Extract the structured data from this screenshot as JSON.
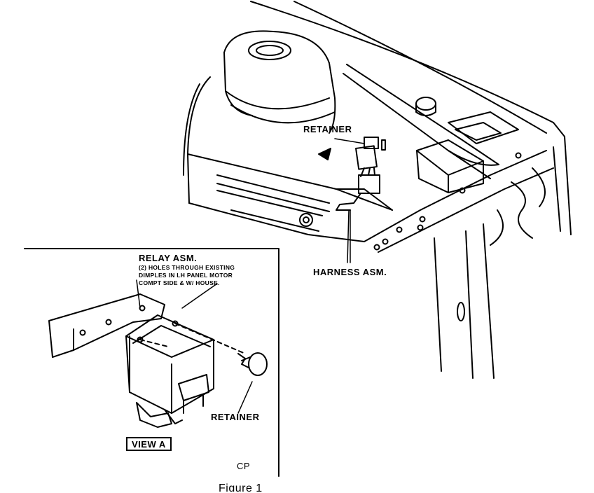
{
  "labels": {
    "retainer_top": "RETAINER",
    "harness": "HARNESS ASM.",
    "relay": "RELAY ASM.",
    "note_line1": "(2) HOLES THROUGH EXISTING",
    "note_line2": "DIMPLES IN LH PANEL MOTOR",
    "note_line3": "COMPT SIDE & W/ HOUSE.",
    "retainer_bottom": "RETAINER",
    "view": "VIEW  A",
    "code": "CP",
    "caption": "Figure 1"
  },
  "colors": {
    "ink": "#000000",
    "paper": "#ffffff"
  }
}
